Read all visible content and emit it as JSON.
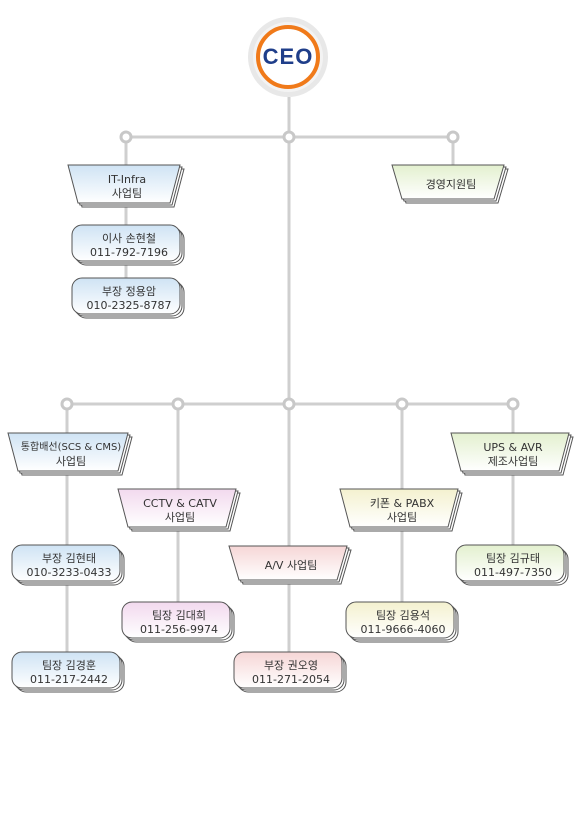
{
  "ceo": {
    "label": "CEO"
  },
  "colors": {
    "blue": "#cfe3f4",
    "green": "#e3f0cf",
    "pink": "#f2d9ee",
    "yellow": "#f4f1cf",
    "red": "#f6d6d6",
    "lines": "#cfcfcf",
    "ceo_ring": "#f07a1a",
    "ceo_text": "#1f3e8a"
  },
  "departments": {
    "it_infra": {
      "line1": "IT-Infra",
      "line2": "사업팀"
    },
    "mgmt_support": {
      "line1": "경영지원팀"
    },
    "integrated_wiring": {
      "line1": "통합배선(SCS & CMS)",
      "line2": "사업팀"
    },
    "cctv": {
      "line1": "CCTV & CATV",
      "line2": "사업팀"
    },
    "av": {
      "line1": "A/V 사업팀"
    },
    "keyphone": {
      "line1": "키폰 & PABX",
      "line2": "사업팀"
    },
    "ups": {
      "line1": "UPS & AVR",
      "line2": "제조사업팀"
    }
  },
  "people": {
    "it_director": {
      "name": "이사 손현철",
      "phone": "011-792-7196"
    },
    "it_manager": {
      "name": "부장 정용암",
      "phone": "010-2325-8787"
    },
    "wiring_manager": {
      "name": "부장 김현태",
      "phone": "010-3233-0433"
    },
    "wiring_lead": {
      "name": "팀장 김경훈",
      "phone": "011-217-2442"
    },
    "cctv_lead": {
      "name": "팀장 김대희",
      "phone": "011-256-9974"
    },
    "av_manager": {
      "name": "부장 권오영",
      "phone": "011-271-2054"
    },
    "keyphone_lead": {
      "name": "팀장 김용석",
      "phone": "011-9666-4060"
    },
    "ups_lead": {
      "name": "팀장 김규태",
      "phone": "011-497-7350"
    }
  }
}
